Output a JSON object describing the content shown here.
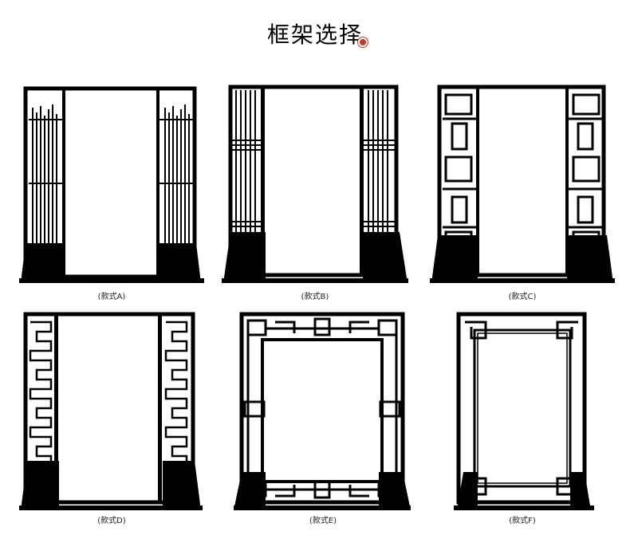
{
  "page": {
    "title": "框架选择"
  },
  "styles": [
    {
      "id": "A",
      "caption": "(款式A)"
    },
    {
      "id": "B",
      "caption": "(款式B)"
    },
    {
      "id": "C",
      "caption": "(款式C)"
    },
    {
      "id": "D",
      "caption": "(款式D)"
    },
    {
      "id": "E",
      "caption": "(款式E)"
    },
    {
      "id": "F",
      "caption": "(款式F)"
    }
  ],
  "colors": {
    "frame": "#000000",
    "accent": "#c0392b",
    "background": "#ffffff"
  }
}
